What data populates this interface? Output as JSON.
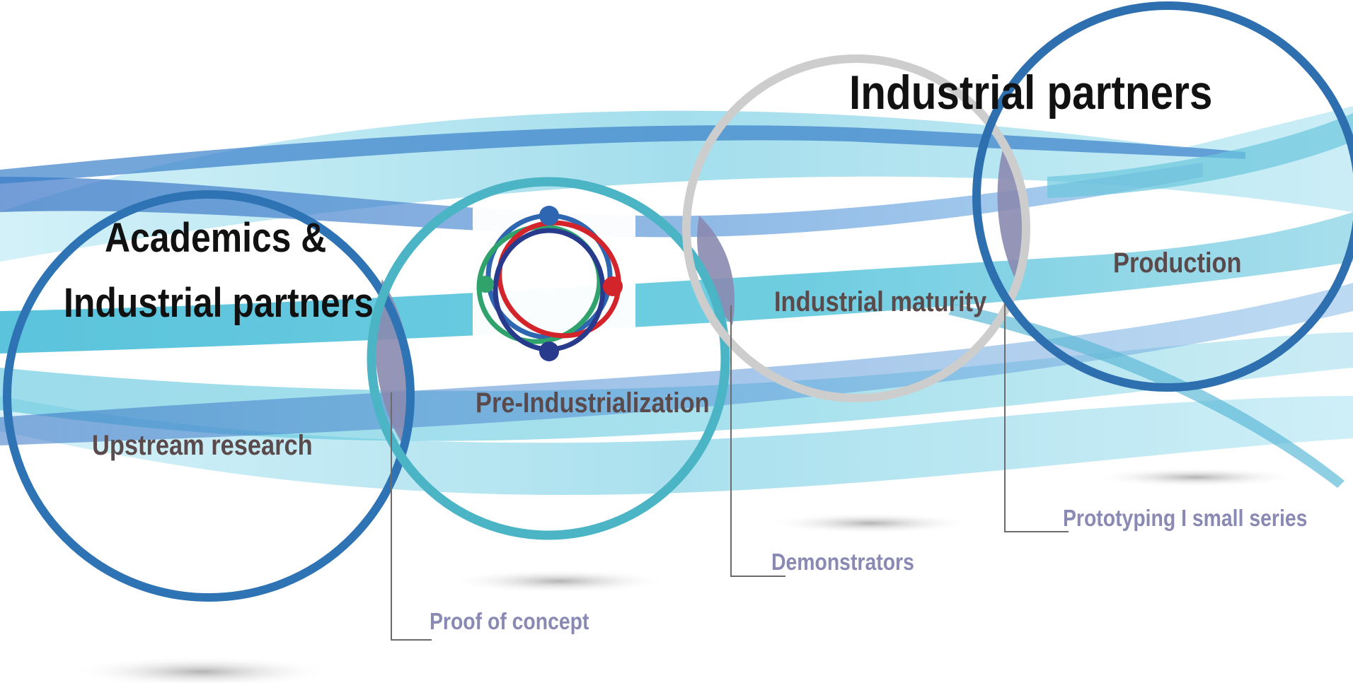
{
  "groups": {
    "academic": {
      "line1": "Academics &",
      "line2": "Industrial partners"
    },
    "industrial": {
      "title": "Industrial partners"
    }
  },
  "stages": [
    {
      "id": "upstream",
      "label": "Upstream research",
      "ring_color": "#2e74b5"
    },
    {
      "id": "pre-industrialization",
      "label": "Pre-Industrialization",
      "ring_color": "#4bb4c5"
    },
    {
      "id": "industrial-maturity",
      "label": "Industrial maturity",
      "ring_color": "#cdcdcd"
    },
    {
      "id": "production",
      "label": "Production",
      "ring_color": "#2e6fb0"
    }
  ],
  "milestones": [
    {
      "id": "proof-of-concept",
      "label": "Proof of concept"
    },
    {
      "id": "demonstrators",
      "label": "Demonstrators"
    },
    {
      "id": "prototyping",
      "label": "Prototyping I small series"
    }
  ],
  "colors": {
    "overlap": "#8a8ab0",
    "ribbon_light": "#9fdceb",
    "ribbon_mid": "#4ec3da",
    "ribbon_dark": "#2f6fc0",
    "milestone_text": "#8a89b4",
    "stage_text": "#5a4a4c",
    "logo_blue": "#2e66b1",
    "logo_green": "#2fa36b",
    "logo_red": "#d3232b",
    "logo_navy": "#273a8c"
  }
}
